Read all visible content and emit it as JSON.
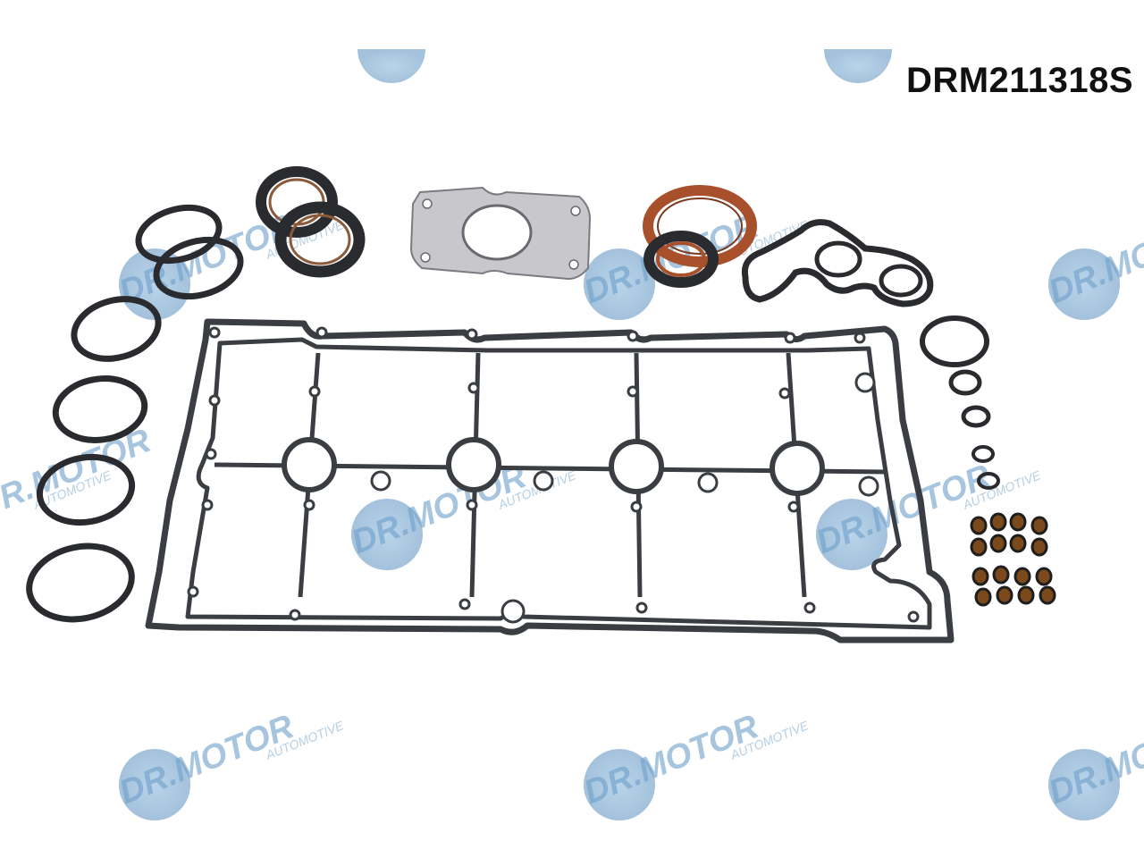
{
  "product": {
    "part_number": "DRM211318S",
    "description": "Engine head gasket set with seals, O-rings and valve stem seals"
  },
  "watermark": {
    "brand": "DR.MOTOR",
    "sub": "AUTOMOTIVE",
    "color": "#5a8fbf"
  },
  "colors": {
    "gasket_steel": "#3a3d42",
    "gasket_rubber": "#2a2b2e",
    "oil_seal": "#8a5a3a",
    "crank_seal": "#a8502c",
    "valve_seal": "#7a4a1c",
    "exhaust_plate": "#c8c8cc"
  }
}
